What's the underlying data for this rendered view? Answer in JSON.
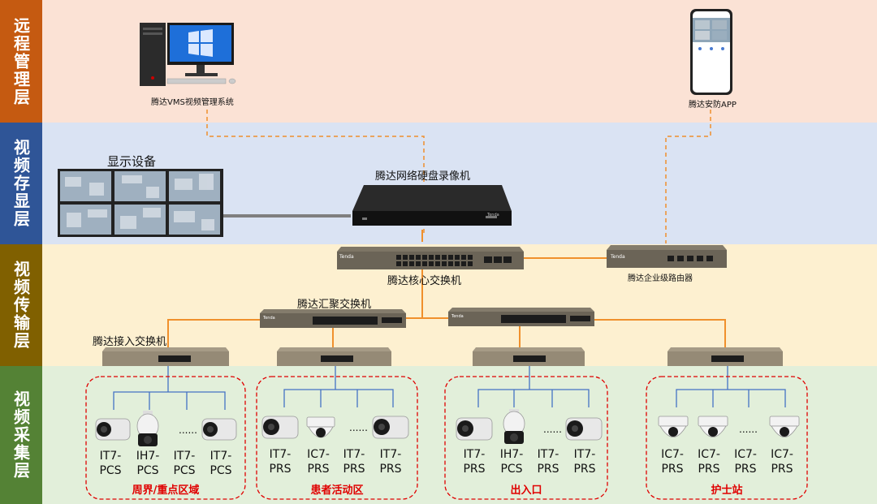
{
  "layers": [
    {
      "label": "远程管理层"
    },
    {
      "label": "视频存显层"
    },
    {
      "label": "视频传输层"
    },
    {
      "label": "视频采集层"
    }
  ],
  "devices": {
    "vms": "腾达VMS视频管理系统",
    "app": "腾达安防APP",
    "display": "显示设备",
    "nvr": "腾达网络硬盘录像机",
    "core_switch": "腾达核心交换机",
    "router": "腾达企业级路由器",
    "agg_switch": "腾达汇聚交换机",
    "access_switch": "腾达接入交换机",
    "brand": "Tenda"
  },
  "groups": [
    {
      "zone": "周界/重点区域",
      "cams": [
        {
          "l1": "IT7-",
          "l2": "PCS",
          "kind": "bullet"
        },
        {
          "l1": "IH7-",
          "l2": "PCS",
          "kind": "ptz"
        },
        {
          "l1": "IT7-",
          "l2": "PCS",
          "kind": "none"
        },
        {
          "l1": "IT7-",
          "l2": "PCS",
          "kind": "bullet"
        }
      ]
    },
    {
      "zone": "患者活动区",
      "cams": [
        {
          "l1": "IT7-",
          "l2": "PRS",
          "kind": "bullet"
        },
        {
          "l1": "IC7-",
          "l2": "PRS",
          "kind": "dome"
        },
        {
          "l1": "IT7-",
          "l2": "PRS",
          "kind": "none"
        },
        {
          "l1": "IT7-",
          "l2": "PRS",
          "kind": "bullet"
        }
      ]
    },
    {
      "zone": "出入口",
      "cams": [
        {
          "l1": "IT7-",
          "l2": "PRS",
          "kind": "bullet"
        },
        {
          "l1": "IH7-",
          "l2": "PCS",
          "kind": "ptz"
        },
        {
          "l1": "IT7-",
          "l2": "PRS",
          "kind": "none"
        },
        {
          "l1": "IT7-",
          "l2": "PRS",
          "kind": "bullet"
        }
      ]
    },
    {
      "zone": "护士站",
      "cams": [
        {
          "l1": "IC7-",
          "l2": "PRS",
          "kind": "dome"
        },
        {
          "l1": "IC7-",
          "l2": "PRS",
          "kind": "dome"
        },
        {
          "l1": "IC7-",
          "l2": "PRS",
          "kind": "none"
        },
        {
          "l1": "IC7-",
          "l2": "PRS",
          "kind": "dome"
        }
      ]
    }
  ],
  "ellipsis": "......",
  "colors": {
    "band1_bg": "#fbe2d5",
    "band2_bg": "#dae3f3",
    "band3_bg": "#fdf0d0",
    "band4_bg": "#e2efda",
    "band1_side": "#c55a11",
    "band2_side": "#2f5597",
    "band3_side": "#806000",
    "band4_side": "#548235",
    "orange_link": "#f0902c",
    "blue_link": "#4472c4",
    "zone_red": "#e00000"
  }
}
